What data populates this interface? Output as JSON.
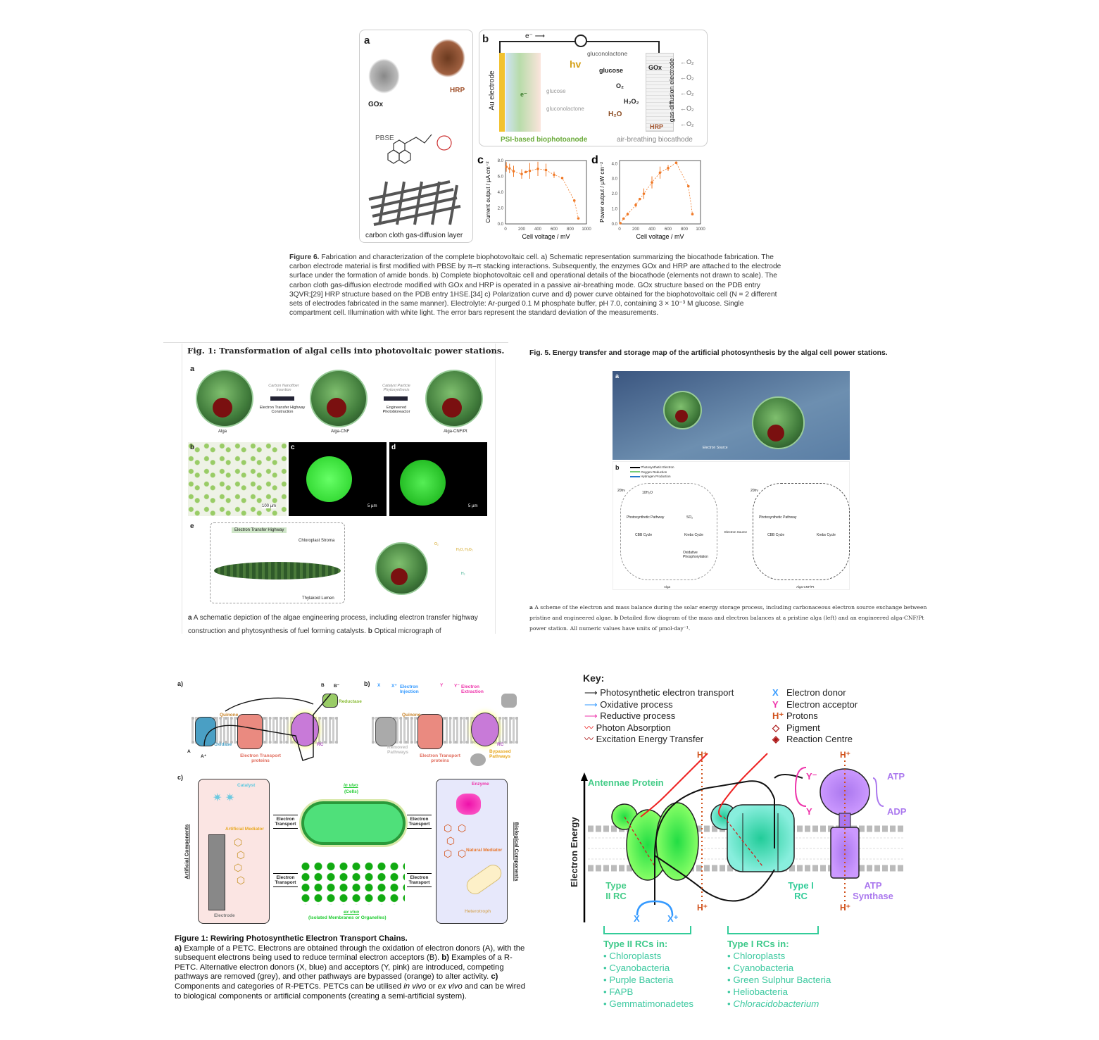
{
  "fig6": {
    "panel_a": {
      "label": "a",
      "gox": "GOx",
      "hrp": "HRP",
      "pbse": "PBSE",
      "carbon": "carbon cloth gas-diffusion layer"
    },
    "panel_b": {
      "label": "b",
      "e_arrow": "e⁻ ⟶",
      "au": "Au electrode",
      "hv": "hv",
      "glucose": "glucose",
      "gluconolactone": "gluconolactone",
      "glucose2": "glucose",
      "gluconolactone2": "gluconolactone",
      "gox": "GOx",
      "o2": "O₂",
      "h2o2": "H₂O₂",
      "h2o": "H₂O",
      "hrp": "HRP",
      "e": "e⁻",
      "gde": "gas-diffusion electrode",
      "o2_in": [
        "←O₂",
        "←O₂",
        "←O₂",
        "←O₂",
        "←O₂"
      ],
      "anode": "PSI-based biophotoanode",
      "cathode": "air-breathing biocathode"
    },
    "caption_title": "Figure 6.",
    "caption": "Fabrication and characterization of the complete biophotovoltaic cell. a) Schematic representation summarizing the biocathode fabrication. The carbon electrode material is first modified with PBSE by π–π stacking interactions. Subsequently, the enzymes GOx and HRP are attached to the electrode surface under the formation of amide bonds. b) Complete biophotovoltaic cell and operational details of the biocathode (elements not drawn to scale). The carbon cloth gas-diffusion electrode modified with GOx and HRP is operated in a passive air-breathing mode. GOx structure based on the PDB entry 3QVR;[29] HRP structure based on the PDB entry 1HSE.[34] c) Polarization curve and d) power curve obtained for the biophotovoltaic cell (N = 2 different sets of electrodes fabricated in the same manner). Electrolyte: Ar-purged 0.1 M phosphate buffer, pH 7.0, containing 3 × 10⁻³ M glucose. Single compartment cell. Illumination with white light. The error bars represent the standard deviation of the measurements."
  },
  "chart_data": [
    {
      "type": "line",
      "panel": "c",
      "xlabel": "Cell voltage / mV",
      "ylabel": "Current output / µA cm⁻²",
      "xlim": [
        0,
        1000
      ],
      "ylim": [
        0,
        8
      ],
      "xticks": [
        "0",
        "200",
        "400",
        "600",
        "800",
        "1000"
      ],
      "yticks": [
        "0.0",
        "2.0",
        "4.0",
        "6.0",
        "8.0"
      ],
      "x": [
        10,
        50,
        100,
        200,
        250,
        300,
        400,
        500,
        600,
        700,
        850,
        900
      ],
      "y": [
        7.2,
        7.0,
        6.65,
        6.3,
        6.55,
        6.7,
        6.95,
        6.8,
        6.2,
        5.8,
        2.95,
        0.7
      ],
      "err": [
        0.6,
        0.6,
        0.7,
        0.6,
        0.1,
        1.0,
        0.9,
        0.8,
        0.4,
        0,
        0,
        0
      ],
      "color": "#f07a28"
    },
    {
      "type": "line",
      "panel": "d",
      "xlabel": "Cell voltage / mV",
      "ylabel": "Power output / µW cm⁻²",
      "xlim": [
        0,
        1000
      ],
      "ylim": [
        0,
        4.2
      ],
      "xticks": [
        "0",
        "200",
        "400",
        "600",
        "800",
        "1000"
      ],
      "yticks": [
        "0.0",
        "1.0",
        "2.0",
        "3.0",
        "4.0"
      ],
      "x": [
        10,
        50,
        100,
        200,
        250,
        300,
        400,
        500,
        600,
        700,
        850,
        900
      ],
      "y": [
        0.05,
        0.35,
        0.65,
        1.25,
        1.65,
        2.0,
        2.75,
        3.4,
        3.7,
        4.05,
        2.5,
        0.65
      ],
      "err": [
        0,
        0,
        0.1,
        0.15,
        0.05,
        0.35,
        0.4,
        0.4,
        0.2,
        0,
        0,
        0
      ],
      "color": "#f07a28"
    }
  ],
  "fig1algae": {
    "title": "Fig. 1: Transformation of algal cells into photovoltaic power stations.",
    "a": "a",
    "alga": "Alga",
    "alga_cnf": "Alga-CNF",
    "alga_cnf_pt": "Alga-CNF/Pt",
    "step1_top": "Carbon Nanofiber Insertion",
    "step1_bot": "Electron Transfer Highway Construction",
    "step2_top": "Catalyst Particle Phytosynthesis",
    "step2_bot": "Engineered Photobioreactor",
    "b": "b",
    "c": "c",
    "d": "d",
    "e": "e",
    "scale_b": "100 µm",
    "scale_c": "5 µm",
    "scale_d": "5 µm",
    "highway": "Electron Transfer Highway",
    "stroma": "Chloroplast Stroma",
    "lumen": "Thylakoid Lumen",
    "o2": "O₂",
    "h2o": "H₂O, H₂O₂",
    "h2": "H₂",
    "caption": "A schematic depiction of the algae engineering process, including electron transfer highway construction and phytosynthesis of fuel forming catalysts.",
    "caption_b": "Optical micrograph of"
  },
  "fig5": {
    "title": "Fig. 5. Energy transfer and storage map of the artificial photosynthesis by the algal cell power stations.",
    "a": "a",
    "b": "b",
    "electron_source": "Electron Source",
    "legend": [
      "Photosynthetic Electron",
      "Oxygen Reduction",
      "Hydrogen Production"
    ],
    "photo_path": "Photosynthetic Pathway",
    "cbb": "CBB Cycle",
    "krebs": "Krebs Cycle",
    "oxphos": "Oxidative Phosphorylation",
    "h2o": "10H₂O",
    "so2": "SO₂",
    "hv": "20hν",
    "alga": "Alga",
    "alga_cnf_pt": "Alga-CNF/Pt",
    "caption": "A scheme of the electron and mass balance during the solar energy storage process, including carbonaceous electron source exchange between pristine and engineered algae.",
    "caption_b": "Detailed flow diagram of the mass and electron balances at a pristine alga (left) and an engineered alga-CNF/Pt power station. All numeric values have units of µmol·day⁻¹."
  },
  "petc": {
    "a": "a)",
    "b": "b)",
    "c": "c)",
    "quinone": "Quinone",
    "oxidase": "Oxidase",
    "etp": "Electron Transport proteins",
    "rc": "RC",
    "reductase": "Reductase",
    "A": "A",
    "Aplus": "A⁺",
    "B": "B",
    "Bminus": "B⁻",
    "X": "X",
    "Xplus": "X⁺",
    "inj": "Electron Injection",
    "Y": "Y",
    "Yminus": "Y⁻",
    "ext": "Electron Extraction",
    "removed": "Removed Pathways",
    "bypassed": "Bypassed Pathways",
    "catalyst": "Catalyst",
    "art_med": "Artificial Mediator",
    "electrode": "Electrode",
    "art_comp": "Artificial Components",
    "invivo": "in vivo",
    "cells": "(Cells)",
    "exvivo": "ex vivo",
    "isolated": "(Isolated Membranes or Organelles)",
    "et": "Electron Transport",
    "enzyme": "Enzyme",
    "nat_med": "Natural Mediator",
    "heterotroph": "Heterotroph",
    "bio_comp": "Biological Components",
    "caption_title": "Figure 1: Rewiring Photosynthetic Electron Transport Chains.",
    "caption": "Example of a PETC. Electrons are obtained through the oxidation of electron donors (A), with the subsequent electrons being used to reduce terminal electron acceptors (B).",
    "caption_b": "Examples of a R-PETC. Alternative electron donors (X, blue) and acceptors (Y, pink) are introduced, competing pathways are removed (grey), and other pathways are bypassed (orange) to alter activity.",
    "caption_c": "Components and categories of R-PETCs. PETCs can be utilised",
    "caption_c2": "or",
    "caption_c3": "and can be wired to biological components or artificial components (creating a semi-artificial system)."
  },
  "rc": {
    "key": "Key:",
    "legend_left": [
      "Photosynthetic electron transport",
      "Oxidative process",
      "Reductive process",
      "Photon Absorption",
      "Excitation Energy Transfer"
    ],
    "legend_right_sym": [
      "X",
      "Y",
      "H⁺",
      "◇",
      "◈"
    ],
    "legend_right": [
      "Electron donor",
      "Electron acceptor",
      "Protons",
      "Pigment",
      "Reaction Centre"
    ],
    "energy": "Electron Energy",
    "antennae": "Antennae Protein",
    "type2": "Type II RC",
    "type1": "Type I RC",
    "atp_syn": "ATP Synthase",
    "atp": "ATP",
    "adp": "ADP",
    "Y": "Y",
    "Yminus": "Y⁻",
    "X": "X",
    "Xplus": "X⁺",
    "H": "H⁺",
    "type2_title": "Type II RCs in:",
    "type2_list": [
      "Chloroplasts",
      "Cyanobacteria",
      "Purple Bacteria",
      "FAPB",
      "Gemmatimonadetes"
    ],
    "type1_title": "Type I RCs in:",
    "type1_list": [
      "Chloroplasts",
      "Cyanobacteria",
      "Green Sulphur Bacteria",
      "Heliobacteria",
      "Chloracidobacterium"
    ]
  }
}
